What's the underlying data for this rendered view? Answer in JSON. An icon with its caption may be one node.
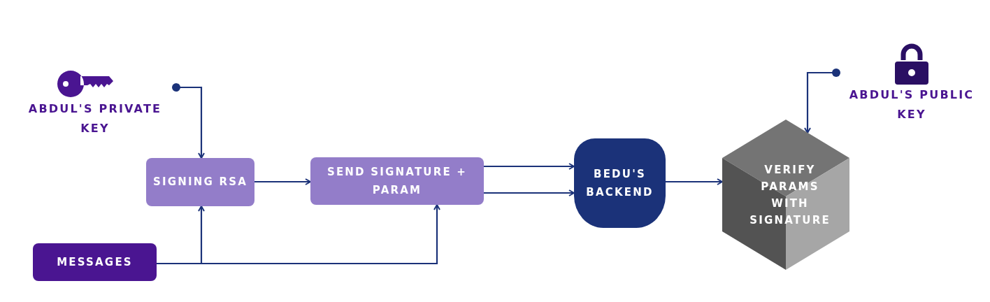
{
  "diagram": {
    "nodes": [
      {
        "text": [
          "ABDUL'S PRIVATE KEY"
        ]
      },
      {
        "text": [
          "ABDUL'S PUBLIC KEY"
        ]
      },
      {
        "text": [
          "SIGNING RSA"
        ]
      },
      {
        "text": [
          "SEND SIGNATURE + PARAM"
        ]
      },
      {
        "text": [
          "MESSAGES"
        ]
      },
      {
        "text": [
          "BEDU'S BACKEND"
        ]
      },
      {
        "text": [
          "VERIFY PARAMS WITH SIGNATURE"
        ]
      }
    ],
    "edges": [
      {
        "from": 0,
        "to": 2,
        "arrow": "to"
      },
      {
        "from": 4,
        "to": 2,
        "arrow": "to"
      },
      {
        "from": 4,
        "to": 3,
        "arrow": "to"
      },
      {
        "from": 2,
        "to": 3,
        "arrow": "to"
      },
      {
        "from": 3,
        "to": 5,
        "arrow": "to"
      },
      {
        "from": 3,
        "to": 5,
        "arrow": "to"
      },
      {
        "from": 5,
        "to": 6,
        "arrow": "to"
      },
      {
        "from": 1,
        "to": 6,
        "arrow": "to"
      }
    ]
  }
}
